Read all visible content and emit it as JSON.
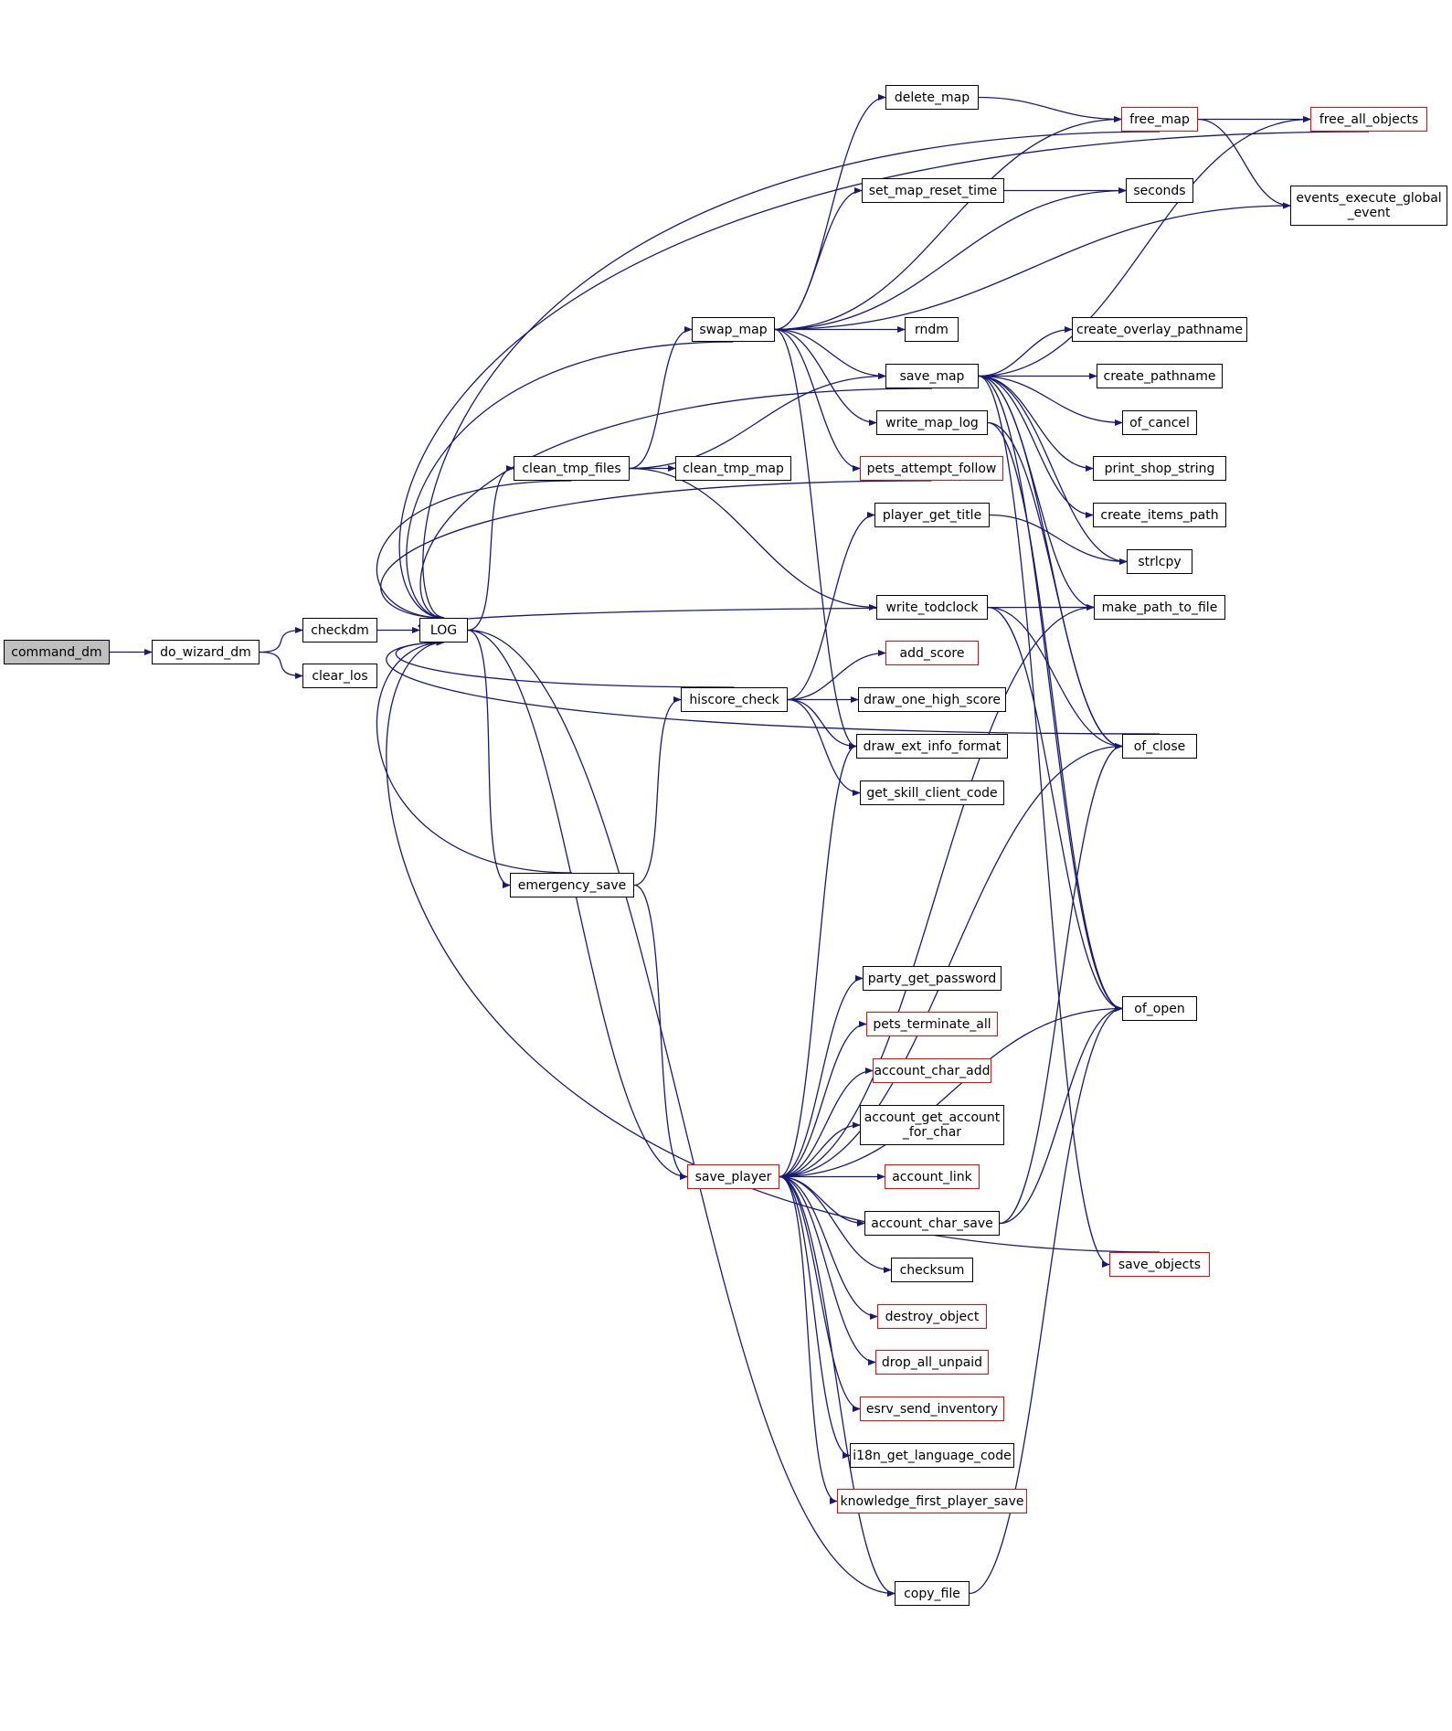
{
  "colors": {
    "edge": "#191970",
    "node_border": "#000000",
    "truncated_border": "#ff0000",
    "root_fill": "#bfbfbf"
  },
  "nodes": {
    "command_dm": "command_dm",
    "do_wizard_dm": "do_wizard_dm",
    "checkdm": "checkdm",
    "clear_los": "clear_los",
    "LOG": "LOG",
    "clean_tmp_files": "clean_tmp_files",
    "emergency_save": "emergency_save",
    "swap_map": "swap_map",
    "clean_tmp_map": "clean_tmp_map",
    "hiscore_check": "hiscore_check",
    "save_player": "save_player",
    "delete_map": "delete_map",
    "set_map_reset_time": "set_map_reset_time",
    "rndm": "rndm",
    "save_map": "save_map",
    "write_map_log": "write_map_log",
    "pets_attempt_follow": "pets_attempt_follow",
    "player_get_title": "player_get_title",
    "write_todclock": "write_todclock",
    "add_score": "add_score",
    "draw_one_high_score": "draw_one_high_score",
    "draw_ext_info_format": "draw_ext_info_format",
    "get_skill_client_code": "get_skill_client_code",
    "party_get_password": "party_get_password",
    "pets_terminate_all": "pets_terminate_all",
    "account_char_add": "account_char_add",
    "account_get_account_for_char": "account_get_account\n_for_char",
    "account_link": "account_link",
    "account_char_save": "account_char_save",
    "checksum": "checksum",
    "destroy_object": "destroy_object",
    "drop_all_unpaid": "drop_all_unpaid",
    "esrv_send_inventory": "esrv_send_inventory",
    "i18n_get_language_code": "i18n_get_language_code",
    "knowledge_first_player_save": "knowledge_first_player_save",
    "copy_file": "copy_file",
    "free_map": "free_map",
    "seconds": "seconds",
    "create_overlay_pathname": "create_overlay_pathname",
    "create_pathname": "create_pathname",
    "of_cancel": "of_cancel",
    "print_shop_string": "print_shop_string",
    "create_items_path": "create_items_path",
    "strlcpy": "strlcpy",
    "make_path_to_file": "make_path_to_file",
    "of_close": "of_close",
    "of_open": "of_open",
    "save_objects": "save_objects",
    "free_all_objects": "free_all_objects",
    "events_execute_global_event": "events_execute_global\n_event"
  },
  "truncated": [
    "pets_attempt_follow",
    "add_score",
    "pets_terminate_all",
    "account_char_add",
    "account_link",
    "destroy_object",
    "drop_all_unpaid",
    "esrv_send_inventory",
    "knowledge_first_player_save",
    "save_player",
    "free_map",
    "save_objects",
    "free_all_objects"
  ],
  "root": "command_dm",
  "edges": [
    [
      "command_dm",
      "do_wizard_dm"
    ],
    [
      "do_wizard_dm",
      "checkdm"
    ],
    [
      "do_wizard_dm",
      "clear_los"
    ],
    [
      "checkdm",
      "LOG"
    ],
    [
      "LOG",
      "clean_tmp_files"
    ],
    [
      "LOG",
      "emergency_save"
    ],
    [
      "LOG",
      "save_player"
    ],
    [
      "LOG",
      "copy_file"
    ],
    [
      "clean_tmp_files",
      "LOG"
    ],
    [
      "clean_tmp_files",
      "swap_map"
    ],
    [
      "clean_tmp_files",
      "clean_tmp_map"
    ],
    [
      "clean_tmp_files",
      "save_map"
    ],
    [
      "clean_tmp_files",
      "write_todclock"
    ],
    [
      "emergency_save",
      "LOG"
    ],
    [
      "emergency_save",
      "hiscore_check"
    ],
    [
      "emergency_save",
      "save_player"
    ],
    [
      "swap_map",
      "LOG"
    ],
    [
      "swap_map",
      "delete_map"
    ],
    [
      "swap_map",
      "free_map"
    ],
    [
      "swap_map",
      "set_map_reset_time"
    ],
    [
      "swap_map",
      "seconds"
    ],
    [
      "swap_map",
      "events_execute_global_event"
    ],
    [
      "swap_map",
      "rndm"
    ],
    [
      "swap_map",
      "save_map"
    ],
    [
      "swap_map",
      "write_map_log"
    ],
    [
      "swap_map",
      "pets_attempt_follow"
    ],
    [
      "swap_map",
      "draw_ext_info_format"
    ],
    [
      "hiscore_check",
      "LOG"
    ],
    [
      "hiscore_check",
      "player_get_title"
    ],
    [
      "hiscore_check",
      "add_score"
    ],
    [
      "hiscore_check",
      "draw_one_high_score"
    ],
    [
      "hiscore_check",
      "draw_ext_info_format"
    ],
    [
      "hiscore_check",
      "get_skill_client_code"
    ],
    [
      "delete_map",
      "free_map"
    ],
    [
      "set_map_reset_time",
      "seconds"
    ],
    [
      "save_map",
      "LOG"
    ],
    [
      "save_map",
      "free_all_objects"
    ],
    [
      "save_map",
      "create_overlay_pathname"
    ],
    [
      "save_map",
      "create_pathname"
    ],
    [
      "save_map",
      "of_cancel"
    ],
    [
      "save_map",
      "print_shop_string"
    ],
    [
      "save_map",
      "create_items_path"
    ],
    [
      "save_map",
      "strlcpy"
    ],
    [
      "save_map",
      "make_path_to_file"
    ],
    [
      "save_map",
      "of_close"
    ],
    [
      "save_map",
      "of_open"
    ],
    [
      "save_map",
      "save_objects"
    ],
    [
      "write_map_log",
      "of_close"
    ],
    [
      "write_map_log",
      "of_open"
    ],
    [
      "pets_attempt_follow",
      "LOG"
    ],
    [
      "player_get_title",
      "strlcpy"
    ],
    [
      "write_todclock",
      "of_close"
    ],
    [
      "write_todclock",
      "of_open"
    ],
    [
      "make_path_to_file",
      "LOG"
    ],
    [
      "of_close",
      "LOG"
    ],
    [
      "free_map",
      "LOG"
    ],
    [
      "free_map",
      "free_all_objects"
    ],
    [
      "free_map",
      "events_execute_global_event"
    ],
    [
      "free_all_objects",
      "LOG"
    ],
    [
      "save_objects",
      "LOG"
    ],
    [
      "save_player",
      "draw_ext_info_format"
    ],
    [
      "save_player",
      "make_path_to_file"
    ],
    [
      "save_player",
      "of_close"
    ],
    [
      "save_player",
      "party_get_password"
    ],
    [
      "save_player",
      "pets_terminate_all"
    ],
    [
      "save_player",
      "account_char_add"
    ],
    [
      "save_player",
      "account_get_account_for_char"
    ],
    [
      "save_player",
      "account_link"
    ],
    [
      "save_player",
      "account_char_save"
    ],
    [
      "save_player",
      "checksum"
    ],
    [
      "save_player",
      "destroy_object"
    ],
    [
      "save_player",
      "drop_all_unpaid"
    ],
    [
      "save_player",
      "esrv_send_inventory"
    ],
    [
      "save_player",
      "i18n_get_language_code"
    ],
    [
      "save_player",
      "knowledge_first_player_save"
    ],
    [
      "save_player",
      "copy_file"
    ],
    [
      "save_player",
      "of_open"
    ],
    [
      "account_char_save",
      "of_close"
    ],
    [
      "account_char_save",
      "of_open"
    ],
    [
      "copy_file",
      "of_open"
    ]
  ]
}
